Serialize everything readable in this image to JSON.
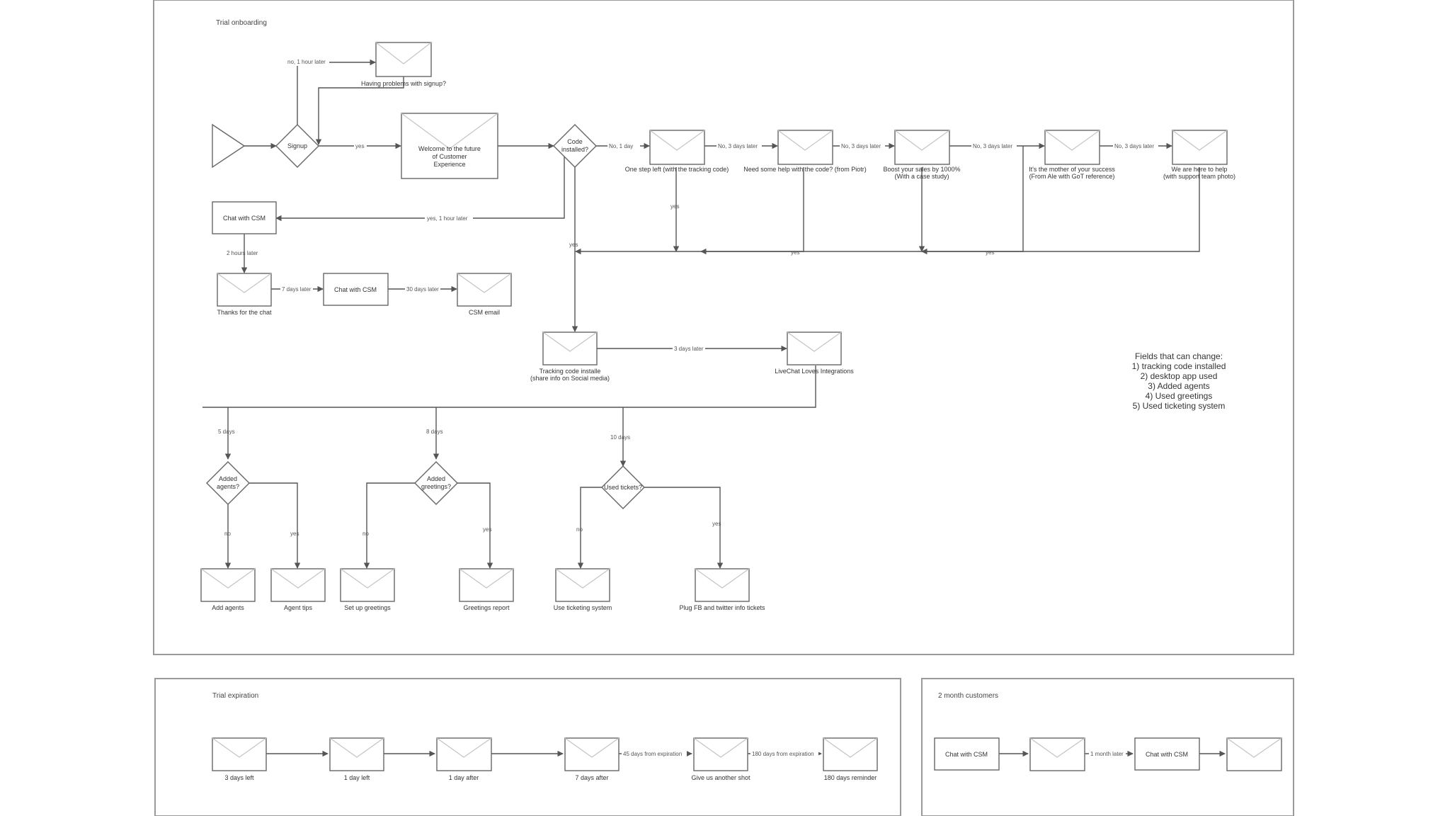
{
  "sections": {
    "trial_onboarding": "Trial onboarding",
    "trial_expiration": "Trial expiration",
    "two_month": "2 month customers"
  },
  "fields_note": {
    "title": "Fields that can change:",
    "items": [
      "1) tracking code installed",
      "2) desktop app used",
      "3) Added agents",
      "4) Used greetings",
      "5) Used ticketing system"
    ]
  },
  "nodes": {
    "signup": "Signup",
    "having_problems": "Having problems with signup?",
    "welcome": [
      "Welcome to the future",
      "of Customer",
      "Experience"
    ],
    "code_installed": [
      "Code",
      "installed?"
    ],
    "one_step_left": "One step left (with the tracking code)",
    "need_help": "Need some help with the code? (from Piotr)",
    "boost_sales": [
      "Boost your sales by 1000%",
      "(With a case study)"
    ],
    "mother_success": [
      "It's the mother of your success",
      "(From Ale with GoT reference)"
    ],
    "here_to_help": [
      "We are here to help",
      "(with support team photo)"
    ],
    "chat_csm_1": "Chat with CSM",
    "thanks_chat": "Thanks for the chat",
    "chat_csm_2": "Chat with CSM",
    "csm_email": "CSM email",
    "tracking_installed": [
      "Tracking code installe",
      "(share info on Social media)"
    ],
    "integrations": "LiveChat Loves Integrations",
    "added_agents": [
      "Added",
      "agents?"
    ],
    "added_greetings": [
      "Added",
      "greetings?"
    ],
    "used_tickets": "Used tickets?",
    "add_agents": "Add agents",
    "agent_tips": "Agent tips",
    "set_greetings": "Set up greetings",
    "greetings_report": "Greetings report",
    "use_ticketing": "Use ticketing system",
    "plug_fb": "Plug FB and twitter info tickets",
    "exp_3_days_left": "3 days left",
    "exp_1_day_left": "1 day left",
    "exp_1_day_after": "1 day after",
    "exp_7_days_after": "7 days after",
    "exp_another_shot": "Give us another shot",
    "exp_180_reminder": "180 days reminder",
    "cust_chat_csm_1": "Chat with CSM",
    "cust_chat_csm_2": "Chat with CSM"
  },
  "edges": {
    "no_1_hour_later": "no, 1 hour later",
    "yes": "yes",
    "no_1_day": "No, 1 day",
    "no_3_days_later_1": "No, 3 days later",
    "no_3_days_later_2": "No, 3 days later",
    "no_3_days_later_3": "No, 3 days later",
    "no_3_days_later_4": "No, 3 days later",
    "yes_1_hour_later": "yes, 1 hour later",
    "two_hours_later": "2 hours later",
    "seven_days_later": "7 days later",
    "thirty_days_later": "30 days later",
    "three_days_later": "3 days later",
    "yes_a": "yes",
    "yes_b": "yes",
    "yes_c": "yes",
    "yes_d": "yes",
    "five_days": "5 days",
    "eight_days": "8 days",
    "ten_days": "10 days",
    "no_a": "no",
    "yes_agents": "yes",
    "no_b": "no",
    "yes_greetings": "yes",
    "no_c": "no",
    "yes_tickets": "yes",
    "forty_five_days": "45 days from expiration",
    "one_eighty_days": "180 days from expiration",
    "one_month_later": "1 month later"
  }
}
